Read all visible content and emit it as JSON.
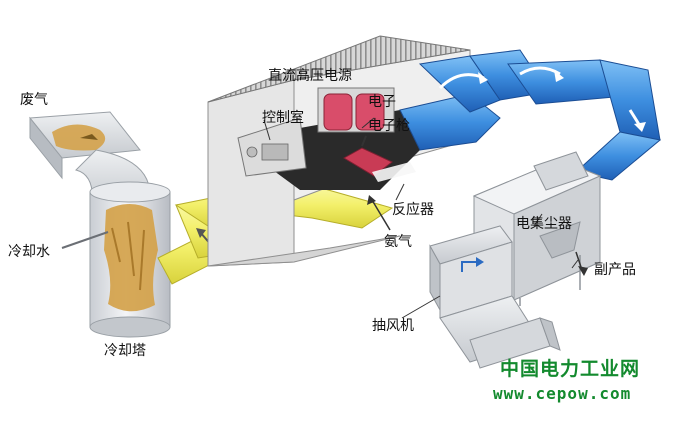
{
  "labels": {
    "waste_gas": "废气",
    "cooling_water": "冷却水",
    "cooling_tower": "冷却塔",
    "dc_hv_supply": "直流高压电源",
    "control_room": "控制室",
    "electron_beam": "电子",
    "electron_gun": "电子枪",
    "reactor": "反应器",
    "ammonia": "氨气",
    "electrostatic_precipitator": "电集尘器",
    "byproduct": "副产品",
    "exhaust_fan": "抽风机"
  },
  "watermark": {
    "title": "中国电力工业网",
    "url": "www.cepow.com"
  },
  "colors": {
    "yellow_duct": "#f3f06a",
    "blue_duct": "#3e8fe0",
    "tower_gas": "#d4a24a",
    "building": "#e4e4e4",
    "watermark": "#138a2e"
  }
}
